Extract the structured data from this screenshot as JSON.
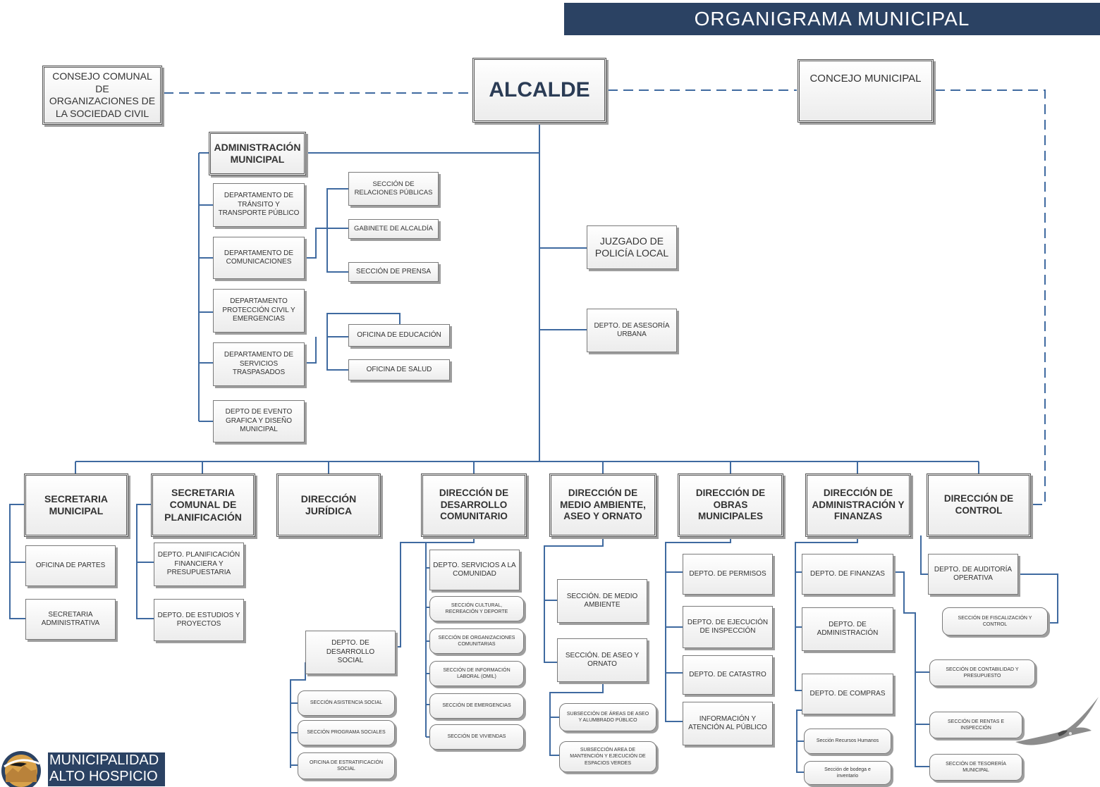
{
  "banner": {
    "title": "ORGANIGRAMA MUNICIPAL"
  },
  "top": {
    "consejo": "CONSEJO COMUNAL DE\nORGANIZACIONES DE\nLA SOCIEDAD CIVIL",
    "alcalde": "ALCALDE",
    "concejo": "CONCEJO MUNICIPAL"
  },
  "admin": {
    "title": "ADMINISTRACIÓN\nMUNICIPAL",
    "transito": "DEPARTAMENTO DE\nTRÁNSITO Y\nTRANSPORTE PÚBLICO",
    "comunicaciones": "DEPARTAMENTO DE\nCOMUNICACIONES",
    "proteccion": "DEPARTAMENTO\nPROTECCIÓN CIVIL Y\nEMERGENCIAS",
    "servicios": "DEPARTAMENTO DE\nSERVICIOS\nTRASPASADOS",
    "evento": "DEPTO DE EVENTO\nGRAFICA Y DISEÑO\nMUNICIPAL",
    "relaciones": "SECCIÓN DE\nRELACIONES PÚBLICAS",
    "gabinete": "GABINETE DE ALCALDÍA",
    "prensa": "SECCIÓN DE PRENSA",
    "educacion": "OFICINA DE EDUCACIÓN",
    "salud": "OFICINA DE SALUD"
  },
  "right": {
    "juzgado": "JUZGADO DE\nPOLICÍA LOCAL",
    "asesoria": "DEPTO. DE ASESORÍA\nURBANA"
  },
  "directions": {
    "secretaria": "SECRETARIA\nMUNICIPAL",
    "planificacion": "SECRETARIA\nCOMUNAL DE\nPLANIFICACIÓN",
    "juridica": "DIRECCIÓN\nJURÍDICA",
    "desarrollo": "DIRECCIÓN DE\nDESARROLLO\nCOMUNITARIO",
    "medio": "DIRECCIÓN DE\nMEDIO AMBIENTE,\nASEO Y ORNATO",
    "obras": "DIRECCIÓN DE\nOBRAS\nMUNICIPALES",
    "administracion": "DIRECCIÓN DE\nADMINISTRACIÓN Y\nFINANZAS",
    "control": "DIRECCIÓN DE\nCONTROL"
  },
  "secretaria": {
    "partes": "OFICINA DE PARTES",
    "administrativa": "SECRETARIA\nADMINISTRATIVA"
  },
  "planificacion": {
    "financiera": "DEPTO. PLANIFICACIÓN\nFINANCIERA Y\nPRESUPUESTARIA",
    "estudios": "DEPTO. DE ESTUDIOS Y\nPROYECTOS"
  },
  "desarrollo": {
    "servicios": "DEPTO. SERVICIOS A LA\nCOMUNIDAD",
    "social": "DEPTO. DE DESARROLLO\nSOCIAL",
    "cultural": "SECCIÓN CULTURAL,\nRECREACIÓN Y DEPORTE",
    "organizaciones": "SECCIÓN DE ORGANIZACIONES\nCOMUNITARIAS",
    "informacion": "SECCIÓN DE INFORMACIÓN\nLABORAL (OMIL)",
    "emergencias": "SECCIÓN DE EMERGENCIAS",
    "viviendas": "SECCIÓN DE VIVIENDAS",
    "asistencia": "SECCIÓN ASISTENCIA SOCIAL",
    "programas": "SECCIÓN PROGRAMA SOCIALES",
    "estratificacion": "OFICINA DE ESTRATIFICACIÓN\nSOCIAL"
  },
  "medio": {
    "ambiente": "SECCIÓN. DE MEDIO\nAMBIENTE",
    "aseo": "SECCIÓN. DE ASEO Y\nORNATO",
    "areas": "SUBSECCIÓN DE ÁREAS DE ASEO\nY ALUMBRADO PÚBLICO",
    "verdes": "SUBSECCIÓN AREA DE\nMANTENCIÓN Y EJECUCIÓN DE\nESPACIOS VERDES"
  },
  "obras": {
    "permisos": "DEPTO. DE PERMISOS",
    "ejecucion": "DEPTO. DE EJECUCIÓN\nDE INSPECCIÓN",
    "catastro": "DEPTO. DE CATASTRO",
    "informacion": "INFORMACIÓN Y\nATENCIÓN AL PÚBLICO"
  },
  "finanzas": {
    "finanzas": "DEPTO. DE FINANZAS",
    "administracion": "DEPTO. DE\nADMINISTRACIÓN",
    "compras": "DEPTO. DE COMPRAS",
    "recursos": "Sección Recursos Humanos",
    "bodega": "Sección de bodega e\ninventario",
    "contabilidad": "SECCIÓN DE CONTABILIDAD Y\nPRESUPUESTO",
    "rentas": "SECCIÓN DE RENTAS E\nINSPECCIÓN",
    "tesoreria": "SECCIÓN DE TESORERÍA\nMUNICIPAL"
  },
  "control": {
    "auditoria": "DEPTO. DE AUDITORÍA\nOPERATIVA",
    "fiscalizacion": "SECCIÓN DE FISCALIZACIÓN Y\nCONTROL"
  },
  "logo": {
    "line1": "MUNICIPALIDAD",
    "line2": "ALTO HOSPICIO"
  },
  "colors": {
    "line": "#3f6aa0",
    "banner": "#2b4263",
    "alcalde_text": "#2b3c55"
  }
}
